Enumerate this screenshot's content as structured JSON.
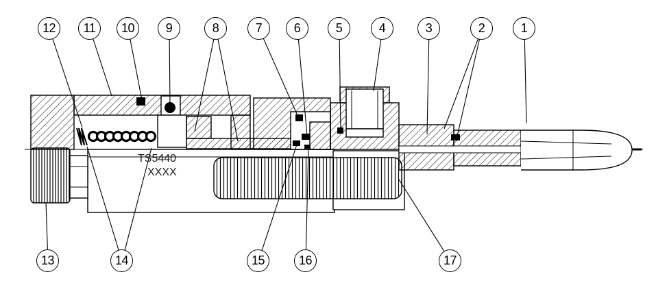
{
  "drawing": {
    "model_text": "TS5440",
    "serial_text": "XXXX"
  },
  "colors": {
    "line": "#000000",
    "background": "#ffffff"
  },
  "callouts": [
    {
      "label": "1"
    },
    {
      "label": "2"
    },
    {
      "label": "3"
    },
    {
      "label": "4"
    },
    {
      "label": "5"
    },
    {
      "label": "6"
    },
    {
      "label": "7"
    },
    {
      "label": "8"
    },
    {
      "label": "9"
    },
    {
      "label": "10"
    },
    {
      "label": "11"
    },
    {
      "label": "12"
    },
    {
      "label": "13"
    },
    {
      "label": "14"
    },
    {
      "label": "15"
    },
    {
      "label": "16"
    },
    {
      "label": "17"
    }
  ]
}
